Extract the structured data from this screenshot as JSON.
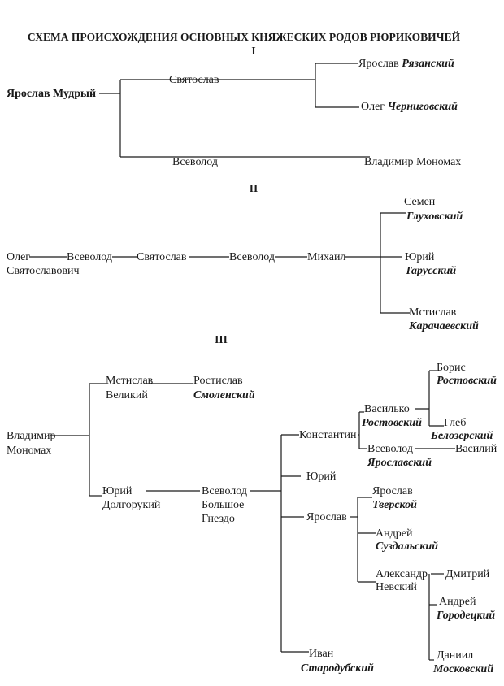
{
  "title": "СХЕМА ПРОИСХОЖДЕНИЯ ОСНОВНЫХ КНЯЖЕСКИХ РОДОВ РЮРИКОВИЧЕЙ",
  "sections": {
    "s1": {
      "numeral": "I",
      "yaroslav_mudry": "Ярослав Мудрый",
      "svyatoslav": "Святослав",
      "yaroslav_ryazansky": {
        "name": "Ярослав",
        "epithet": "Рязанский"
      },
      "oleg_chernigovsky": {
        "name": "Олег",
        "epithet": "Черниговский"
      },
      "vsevolod": "Всеволод",
      "vladimir_monomakh": "Владимир Мономах"
    },
    "s2": {
      "numeral": "II",
      "oleg": [
        "Олег",
        "Святославович"
      ],
      "vsevolod_a": "Всеволод",
      "svyatoslav": "Святослав",
      "vsevolod_b": "Всеволод",
      "mikhail": "Михаил",
      "semen": {
        "name": "Семен",
        "epithet": "Глуховский"
      },
      "yury": {
        "name": "Юрий",
        "epithet": "Тарусский"
      },
      "mstislav": {
        "name": "Мстислав",
        "epithet": "Карачаевский"
      }
    },
    "s3": {
      "numeral": "III",
      "vladimir": [
        "Владимир",
        "Мономах"
      ],
      "mstislav": [
        "Мстислав",
        "Великий"
      ],
      "rostislav": {
        "name": "Ростислав",
        "epithet": "Смоленский"
      },
      "yury_dolgoruky": [
        "Юрий",
        "Долгорукий"
      ],
      "vsevolod": [
        "Всеволод",
        "Большое",
        "Гнездо"
      ],
      "konstantin": "Константин",
      "vasilko": {
        "name": "Василько",
        "epithet": "Ростовский"
      },
      "boris": {
        "name": "Борис",
        "epithet": "Ростовский"
      },
      "gleb": {
        "name": "Глеб",
        "epithet": "Белозерский"
      },
      "vsevolod_yar": {
        "name": "Всеволод",
        "epithet": "Ярославский"
      },
      "vasily": "Василий",
      "yury": "Юрий",
      "yaroslav": "Ярослав",
      "yaroslav_tverskoy": {
        "name": "Ярослав",
        "epithet": "Тверской"
      },
      "andrey_suzdal": {
        "name": "Андрей",
        "epithet": "Суздальский"
      },
      "alexander": [
        "Александр",
        "Невский"
      ],
      "dmitry": "Дмитрий",
      "andrey_gorodets": {
        "name": "Андрей",
        "epithet": "Городецкий"
      },
      "daniil": {
        "name": "Даниил",
        "epithet": "Московский"
      },
      "ivan": {
        "name": "Иван",
        "epithet": "Стародубский"
      }
    }
  }
}
